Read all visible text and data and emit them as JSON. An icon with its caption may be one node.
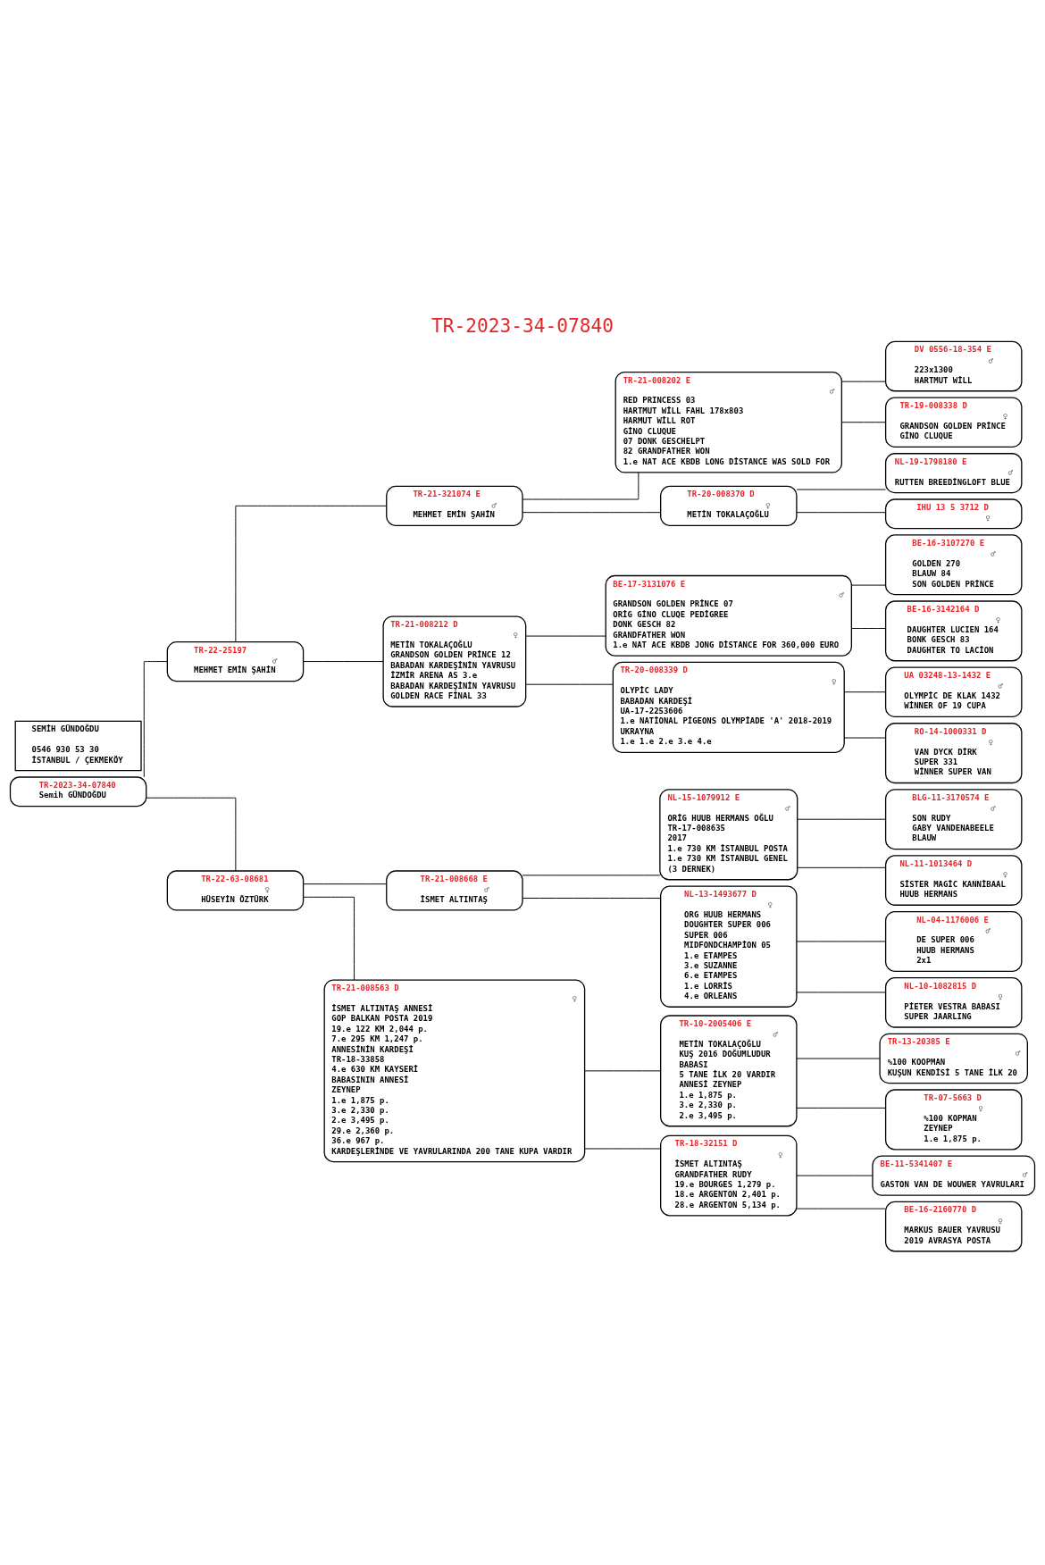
{
  "diagram": {
    "title": "TR-2023-34-07840",
    "nodes": [
      {
        "text": [
          "TR-2023-34-07840",
          "Semih GÜNDOĞDU"
        ]
      },
      {
        "text": [
          "TR-22-25197",
          "♂",
          "MEHMET EMİN ŞAHİN"
        ]
      },
      {
        "text": [
          "TR-22-63-08681",
          "♀",
          "HÜSEYİN ÖZTÜRK"
        ]
      },
      {
        "text": [
          "TR-21-321074 E",
          "♂",
          "MEHMET EMİN ŞAHİN"
        ]
      },
      {
        "text": [
          "TR-21-008212 D",
          "♀",
          "METİN TOKALAÇOĞLU",
          "GRANDSON GOLDEN PRİNCE 12",
          "BABADAN KARDEŞİNİN YAVRUSU",
          "İZMİR ARENA AS 3.e",
          "BABADAN KARDEŞİNİN YAVRUSU",
          "GOLDEN RACE FİNAL 33"
        ]
      },
      {
        "text": [
          "TR-21-008668 E",
          "♂",
          "İSMET ALTINTAŞ"
        ]
      },
      {
        "text": [
          "TR-21-008563 D",
          "♀",
          "İSMET ALTINTAŞ ANNESİ",
          "GOP BALKAN POSTA 2019",
          "19.e 122 KM 2,044 p.",
          "7.e 295 KM 1,247 p.",
          "ANNESİNİN KARDEŞİ",
          "TR-18-33858",
          "4.e 630 KM KAYSERİ",
          "BABASININ ANNESİ",
          "ZEYNEP",
          "1.e 1,875 p.",
          "3.e 2,330 p.",
          "2.e 3,495 p.",
          "29.e 2,360 p.",
          "36.e 967 p.",
          "KARDEŞLERİNDE VE YAVRULARINDA 200 TANE KUPA VARDIR"
        ]
      },
      {
        "text": [
          "TR-21-008202 E",
          "♂",
          "RED PRINCESS 03",
          "HARTMUT WİLL FAHL 178x803",
          "HARMUT WİLL ROT",
          "GİNO CLUQUE",
          "07 DONK GESCHELPT",
          "82 GRANDFATHER WON",
          "1.e NAT ACE KBDB LONG DİSTANCE WAS SOLD FOR"
        ]
      },
      {
        "text": [
          "TR-20-008370 D",
          "♀",
          "METİN TOKALAÇOĞLU"
        ]
      },
      {
        "text": [
          "BE-17-3131076 E",
          "♂",
          "GRANDSON GOLDEN PRİNCE 07",
          "ORİG GİNO CLUQE PEDİGREE",
          "DONK GESCH 82",
          "GRANDFATHER WON",
          "1.e NAT ACE KBDB JONG DİSTANCE FOR 360,000 EURO"
        ]
      },
      {
        "text": [
          "TR-20-008339 D",
          "♀",
          "OLYPİC LADY",
          "BABADAN KARDEŞİ",
          "UA-17-2253606",
          "1.e NATİONAL PİGEONS OLYMPİADE 'A' 2018-2019",
          "UKRAYNA",
          "1.e 1.e 2.e 3.e 4.e"
        ]
      },
      {
        "text": [
          "NL-15-1079912 E",
          "♂",
          "ORİG HUUB HERMANS OĞLU",
          "TR-17-008635",
          "2017",
          "1.e 730 KM İSTANBUL POSTA",
          "1.e 730 KM İSTANBUL GENEL",
          "(3 DERNEK)"
        ]
      },
      {
        "text": [
          "NL-13-1493677 D",
          "♀",
          "ORG HUUB HERMANS",
          "DOUGHTER SUPER 006",
          "SUPER 006",
          "MIDFONDCHAMPİON 05",
          "1.e ETAMPES",
          "3.e SUZANNE",
          "6.e ETAMPES",
          "1.e LORRİS",
          "4.e ORLEANS"
        ]
      },
      {
        "text": [
          "TR-10-2005406 E",
          "♂",
          "METİN TOKALAÇOĞLU",
          "KUŞ 2016 DOĞUMLUDUR",
          "BABASI",
          "5 TANE İLK 20 VARDIR",
          "ANNESİ ZEYNEP",
          "1.e 1,875 p.",
          "3.e 2,330 p.",
          "2.e 3,495 p."
        ]
      },
      {
        "text": [
          "TR-18-32151 D",
          "♀",
          "İSMET ALTINTAŞ",
          "GRANDFATHER RUDY",
          "19.e BOURGES 1,279 p.",
          "18.e ARGENTON 2,401 p.",
          "28.e ARGENTON 5,134 p."
        ]
      },
      {
        "text": [
          "DV 0556-18-354 E",
          "♂",
          "223x1300",
          "HARTMUT WİLL"
        ]
      },
      {
        "text": [
          "TR-19-008338 D",
          "♀",
          "GRANDSON GOLDEN PRİNCE",
          "GİNO CLUQUE"
        ]
      },
      {
        "text": [
          "NL-19-1798180 E",
          "♂",
          "RUTTEN BREEDİNGLOFT BLUE"
        ]
      },
      {
        "text": [
          "IHU 13 5 3712 D",
          "♀"
        ]
      },
      {
        "text": [
          "BE-16-3107270 E",
          "♂",
          "GOLDEN 270",
          "BLAUW 84",
          "SON GOLDEN PRİNCE"
        ]
      },
      {
        "text": [
          "BE-16-3142164 D",
          "♀",
          "DAUGHTER LUCIEN 164",
          "BONK GESCH 83",
          "DAUGHTER TO LACİON"
        ]
      },
      {
        "text": [
          "UA 03248-13-1432 E",
          "♂",
          "OLYMPİC DE KLAK 1432",
          "WİNNER OF 19 CUPA"
        ]
      },
      {
        "text": [
          "RO-14-1000331 D",
          "♀",
          "VAN DYCK DİRK",
          "SUPER 331",
          "WİNNER SUPER VAN"
        ]
      },
      {
        "text": [
          "BLG-11-3170574 E",
          "♂",
          "SON RUDY",
          "GABY VANDENABEELE",
          "BLAUW"
        ]
      },
      {
        "text": [
          "NL-11-1013464 D",
          "♀",
          "SİSTER MAGİC KANNİBAAL",
          "HUUB HERMANS"
        ]
      },
      {
        "text": [
          "NL-04-1176006 E",
          "♂",
          "DE SUPER 006",
          "HUUB HERMANS",
          "2x1"
        ]
      },
      {
        "text": [
          "NL-10-1082815 D",
          "♀",
          "PİETER VESTRA BABASI",
          "SUPER JAARLING"
        ]
      },
      {
        "text": [
          "TR-13-20385 E",
          "♂",
          "%100 KOOPMAN",
          "KUŞUN KENDİSİ 5 TANE İLK 20"
        ]
      },
      {
        "text": [
          "TR-07-5663 D",
          "♀",
          "%100 KOPMAN",
          "ZEYNEP",
          "1.e 1,875 p."
        ]
      },
      {
        "text": [
          "BE-11-5341407 E",
          "♂",
          "GASTON VAN DE WOUWER YAVRULARI"
        ]
      },
      {
        "text": [
          "BE-16-2160770 D",
          "♀",
          "MARKUS BAUER YAVRUSU",
          "2019 AVRASYA POSTA"
        ]
      },
      {
        "text": [
          "SEMİH GÜNDOĞDU",
          "0546 930 53 30",
          "İSTANBUL / ÇEKMEKÖY"
        ]
      }
    ],
    "edges": [
      {
        "from": 0,
        "to": 1,
        "arrow": "none"
      },
      {
        "from": 0,
        "to": 2,
        "arrow": "none"
      },
      {
        "from": 1,
        "to": 3,
        "arrow": "none"
      },
      {
        "from": 1,
        "to": 4,
        "arrow": "none"
      },
      {
        "from": 2,
        "to": 5,
        "arrow": "none"
      },
      {
        "from": 2,
        "to": 6,
        "arrow": "none"
      },
      {
        "from": 3,
        "to": 7,
        "arrow": "none"
      },
      {
        "from": 3,
        "to": 8,
        "arrow": "none"
      },
      {
        "from": 4,
        "to": 9,
        "arrow": "none"
      },
      {
        "from": 4,
        "to": 10,
        "arrow": "none"
      },
      {
        "from": 5,
        "to": 11,
        "arrow": "none"
      },
      {
        "from": 5,
        "to": 12,
        "arrow": "none"
      },
      {
        "from": 6,
        "to": 13,
        "arrow": "none"
      },
      {
        "from": 6,
        "to": 14,
        "arrow": "none"
      },
      {
        "from": 7,
        "to": 15,
        "arrow": "none"
      },
      {
        "from": 7,
        "to": 16,
        "arrow": "none"
      },
      {
        "from": 8,
        "to": 17,
        "arrow": "none"
      },
      {
        "from": 8,
        "to": 18,
        "arrow": "none"
      },
      {
        "from": 9,
        "to": 19,
        "arrow": "none"
      },
      {
        "from": 9,
        "to": 20,
        "arrow": "none"
      },
      {
        "from": 10,
        "to": 21,
        "arrow": "none"
      },
      {
        "from": 10,
        "to": 22,
        "arrow": "none"
      },
      {
        "from": 11,
        "to": 23,
        "arrow": "none"
      },
      {
        "from": 11,
        "to": 24,
        "arrow": "none"
      },
      {
        "from": 12,
        "to": 25,
        "arrow": "none"
      },
      {
        "from": 12,
        "to": 26,
        "arrow": "none"
      },
      {
        "from": 13,
        "to": 27,
        "arrow": "none"
      },
      {
        "from": 13,
        "to": 28,
        "arrow": "none"
      },
      {
        "from": 14,
        "to": 29,
        "arrow": "none"
      },
      {
        "from": 14,
        "to": 30,
        "arrow": "none"
      }
    ]
  }
}
